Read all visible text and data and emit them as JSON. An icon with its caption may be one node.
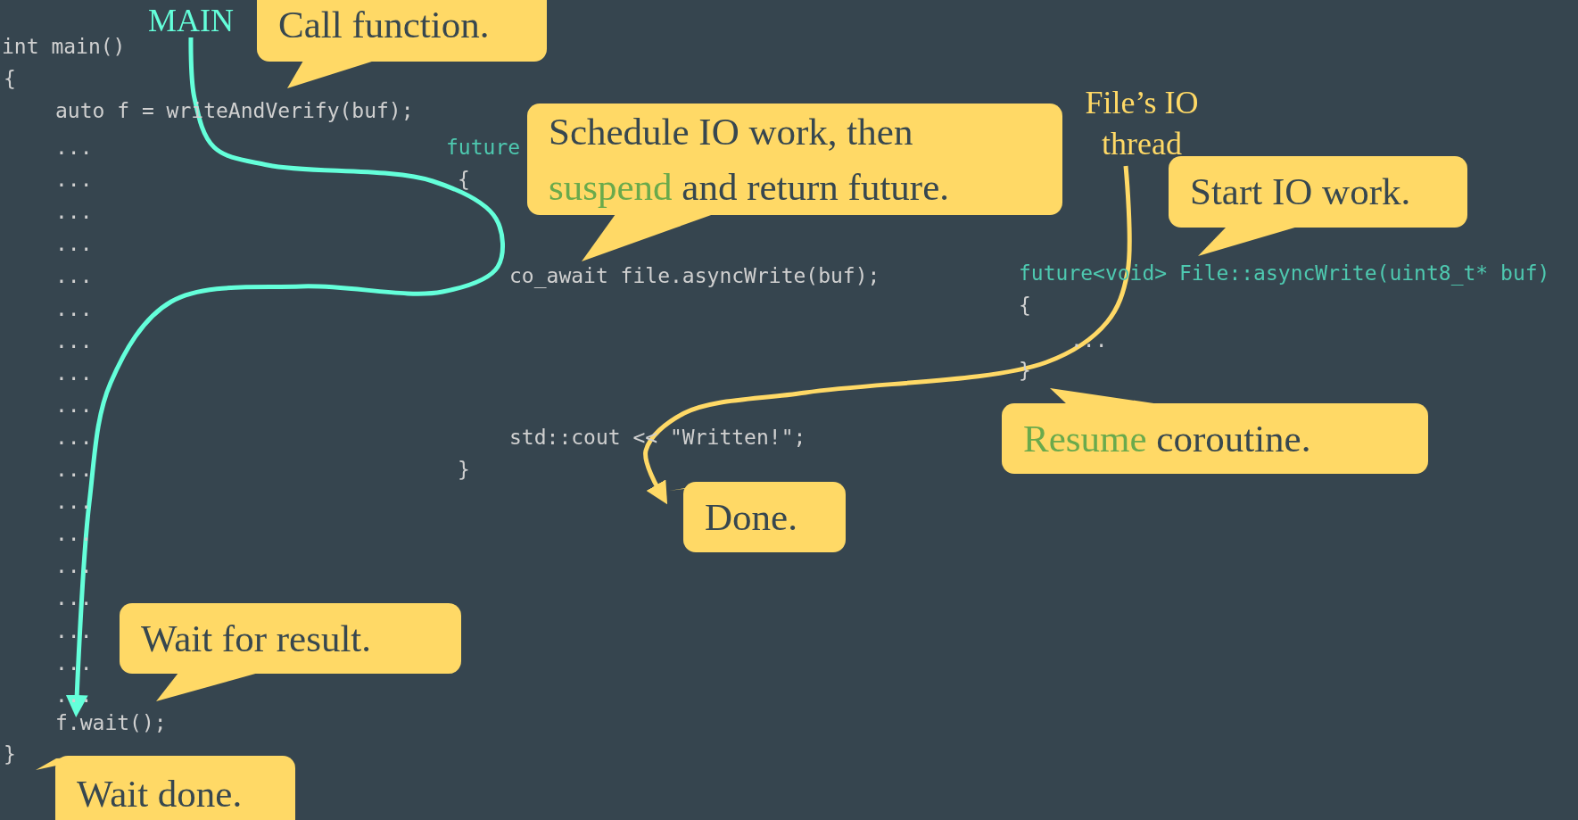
{
  "diagram": {
    "nodes": [
      {
        "text": [
          "MAIN"
        ]
      },
      {
        "text": [
          "Call function."
        ]
      },
      {
        "text": [
          "Schedule IO work, then *suspend* and return future."
        ]
      },
      {
        "text": [
          "File’s IO thread"
        ]
      },
      {
        "text": [
          "Start IO work."
        ]
      },
      {
        "text": [
          "*Resume* coroutine."
        ]
      },
      {
        "text": [
          "Done."
        ]
      },
      {
        "text": [
          "Wait for result."
        ]
      },
      {
        "text": [
          "f.wait();"
        ]
      },
      {
        "text": [
          "Wait done."
        ]
      }
    ],
    "edges": [
      {
        "from": 0,
        "to": 8,
        "arrow": "to",
        "color": "#64ffda"
      },
      {
        "from": 3,
        "to": 6,
        "arrow": "to",
        "color": "#ffd966"
      }
    ],
    "labels": [
      "int main()",
      "{",
      "auto f = writeAndVerify(buf);",
      "...",
      "...",
      "...",
      "...",
      "...",
      "...",
      "...",
      "...",
      "...",
      "...",
      "...",
      "...",
      "...",
      "...",
      "...",
      "...",
      "...",
      "...",
      "}",
      "future",
      "{",
      "co_await file.asyncWrite(buf);",
      "std::cout << \"Written!\";",
      "}",
      "future<void> File::asyncWrite(uint8_t* buf)",
      "{",
      "...",
      "}"
    ]
  }
}
